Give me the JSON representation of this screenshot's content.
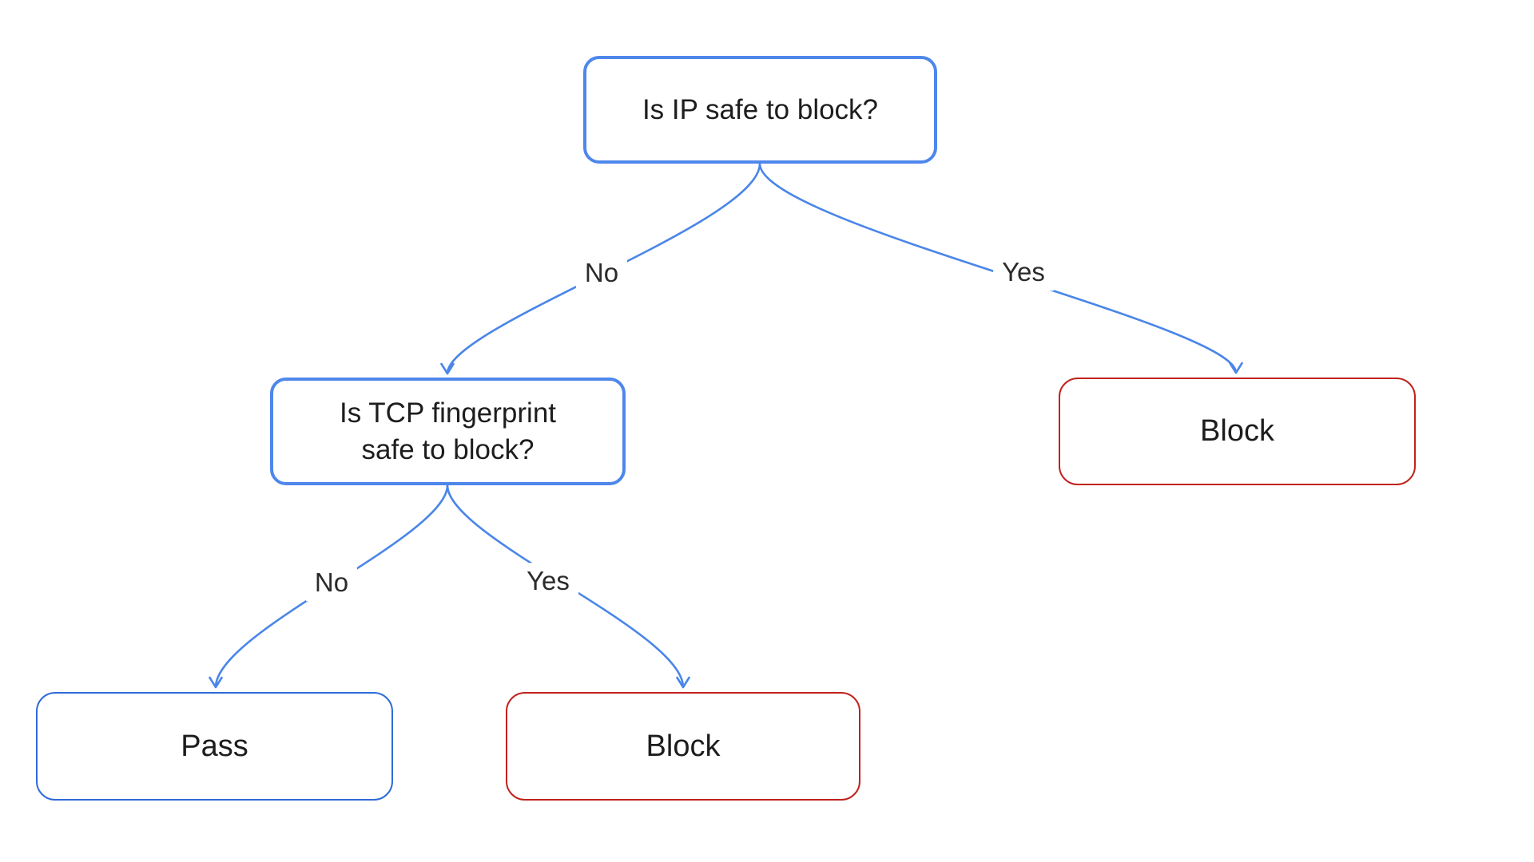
{
  "canvas": {
    "background": "#ffffff"
  },
  "colors": {
    "decision_border": "#4e87ec",
    "connector": "#4a86e8",
    "outcome_block_border": "#c0231d",
    "outcome_pass_border": "#2e6bd9",
    "text": "#1d1d1d",
    "edge_label_text": "#2b2b2b"
  },
  "diagram": {
    "type": "decision-tree",
    "nodes": [
      {
        "id": "question-ip",
        "label": "Is IP safe to block?",
        "kind": "decision"
      },
      {
        "id": "question-tcp",
        "label": "Is TCP fingerprint safe to block?",
        "kind": "decision"
      },
      {
        "id": "block-ip",
        "label": "Block",
        "kind": "outcome-block"
      },
      {
        "id": "pass",
        "label": "Pass",
        "kind": "outcome-pass"
      },
      {
        "id": "block-tcp",
        "label": "Block",
        "kind": "outcome-block"
      }
    ],
    "edges": [
      {
        "from": "question-ip",
        "to": "question-tcp",
        "label": "No"
      },
      {
        "from": "question-ip",
        "to": "block-ip",
        "label": "Yes"
      },
      {
        "from": "question-tcp",
        "to": "pass",
        "label": "No"
      },
      {
        "from": "question-tcp",
        "to": "block-tcp",
        "label": "Yes"
      }
    ]
  }
}
